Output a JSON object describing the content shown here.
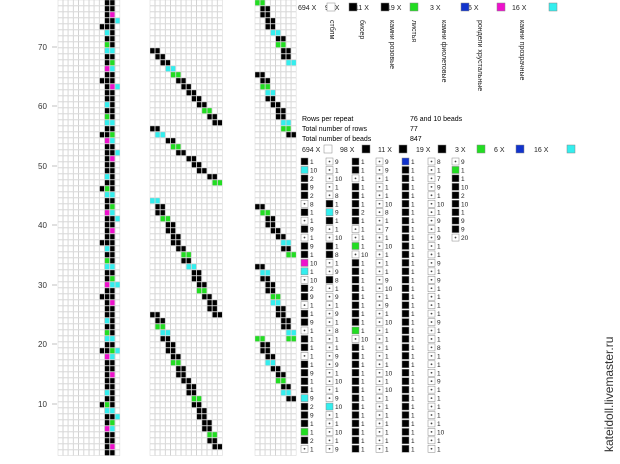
{
  "colors": {
    "white": "#ffffff",
    "black": "#000000",
    "pink": "#ee1111",
    "green": "#22dd22",
    "violet": "#1133cc",
    "magenta": "#ee11cc",
    "cyan": "#33eeee",
    "grid": "#c8c8c8",
    "border": "#bbbbbb"
  },
  "row_labels": [
    "70",
    "60",
    "50",
    "40",
    "30",
    "20",
    "10"
  ],
  "legend": {
    "counts": [
      "694 X",
      "98 X",
      "11 X",
      "19 X",
      "3 X",
      "6 X",
      "16 X"
    ],
    "names": [
      "стблм",
      "бисер",
      "камни розовые",
      "листья",
      "камни фиолетовые",
      "рондели хрустальные",
      "камни прозрачные"
    ]
  },
  "info": {
    "rows_per_repeat_label": "Rows per repeat",
    "rows_per_repeat_value": "76 and 10 beads",
    "total_rows_label": "Total number of rows",
    "total_rows_value": "77",
    "total_beads_label": "Total number of beads",
    "total_beads_value": "847"
  },
  "mini_legend": {
    "counts": [
      "694 X",
      "98 X",
      "11 X",
      "19 X",
      "3 X",
      "6 X",
      "16 X"
    ]
  },
  "bead_list": {
    "columns": [
      [
        [
          "black",
          "1"
        ],
        [
          "cyan",
          "10"
        ],
        [
          "black",
          "2"
        ],
        [
          "black",
          "9"
        ],
        [
          "black",
          "2"
        ],
        [
          "white",
          "8"
        ],
        [
          "black",
          "1"
        ],
        [
          "white",
          "1"
        ],
        [
          "black",
          "9"
        ],
        [
          "white",
          "1"
        ],
        [
          "black",
          "9"
        ],
        [
          "black",
          "1"
        ],
        [
          "magenta",
          "10"
        ],
        [
          "cyan",
          "1"
        ],
        [
          "white",
          "10"
        ],
        [
          "black",
          "2"
        ],
        [
          "black",
          "9"
        ],
        [
          "white",
          "1"
        ],
        [
          "black",
          "1"
        ],
        [
          "black",
          "9"
        ],
        [
          "white",
          "1"
        ],
        [
          "black",
          "1"
        ],
        [
          "black",
          "1"
        ],
        [
          "white",
          "1"
        ],
        [
          "black",
          "1"
        ],
        [
          "black",
          "9"
        ],
        [
          "black",
          "1"
        ],
        [
          "black",
          "1"
        ],
        [
          "cyan",
          "9"
        ],
        [
          "black",
          "2"
        ],
        [
          "black",
          "9"
        ],
        [
          "black",
          "1"
        ],
        [
          "green",
          "1"
        ],
        [
          "black",
          "2"
        ],
        [
          "white",
          "1"
        ]
      ],
      [
        [
          "white",
          "9"
        ],
        [
          "white",
          "1"
        ],
        [
          "white",
          "10"
        ],
        [
          "white",
          "1"
        ],
        [
          "white",
          "8"
        ],
        [
          "black",
          "1"
        ],
        [
          "cyan",
          "9"
        ],
        [
          "black",
          "1"
        ],
        [
          "white",
          "1"
        ],
        [
          "white",
          "10"
        ],
        [
          "black",
          "1"
        ],
        [
          "black",
          "8"
        ],
        [
          "white",
          "1"
        ],
        [
          "white",
          "9"
        ],
        [
          "black",
          "8"
        ],
        [
          "white",
          "1"
        ],
        [
          "white",
          "9"
        ],
        [
          "white",
          "1"
        ],
        [
          "white",
          "9"
        ],
        [
          "white",
          "1"
        ],
        [
          "white",
          "8"
        ],
        [
          "white",
          "1"
        ],
        [
          "white",
          "1"
        ],
        [
          "white",
          "9"
        ],
        [
          "white",
          "9"
        ],
        [
          "white",
          "1"
        ],
        [
          "white",
          "10"
        ],
        [
          "white",
          "1"
        ],
        [
          "white",
          "9"
        ],
        [
          "cyan",
          "10"
        ],
        [
          "white",
          "1"
        ],
        [
          "white",
          "1"
        ],
        [
          "white",
          "10"
        ],
        [
          "white",
          "1"
        ],
        [
          "white",
          "9"
        ]
      ]
    ],
    "col3": [
      [
        [
          "black",
          "1"
        ],
        [
          "black",
          "1"
        ],
        [
          "white",
          "1"
        ],
        [
          "red",
          "1"
        ],
        [
          "black",
          "1"
        ],
        [
          "black",
          "1"
        ],
        [
          "black",
          "2"
        ],
        [
          "black",
          "1"
        ],
        [
          "white",
          "1"
        ],
        [
          "white",
          "1"
        ],
        [
          "green",
          "1"
        ],
        [
          "white",
          "10"
        ],
        [
          "black",
          "1"
        ],
        [
          "black",
          "1"
        ],
        [
          "black",
          "1"
        ],
        [
          "black",
          "1"
        ],
        [
          "black",
          "1"
        ],
        [
          "black",
          "1"
        ],
        [
          "black",
          "1"
        ],
        [
          "black",
          "1"
        ],
        [
          "green",
          "1"
        ],
        [
          "white",
          "10"
        ],
        [
          "black",
          "1"
        ],
        [
          "black",
          "1"
        ],
        [
          "black",
          "1"
        ],
        [
          "black",
          "1"
        ],
        [
          "black",
          "1"
        ],
        [
          "black",
          "1"
        ],
        [
          "black",
          "1"
        ],
        [
          "black",
          "1"
        ],
        [
          "black",
          "1"
        ],
        [
          "black",
          "1"
        ],
        [
          "black",
          "1"
        ],
        [
          "black",
          "1"
        ],
        [
          "black",
          "1"
        ]
      ],
      [
        [
          "white",
          "9"
        ],
        [
          "white",
          "9"
        ],
        [
          "white",
          "1"
        ],
        [
          "white",
          "1"
        ],
        [
          "white",
          "1"
        ],
        [
          "white",
          "10"
        ],
        [
          "white",
          "8"
        ],
        [
          "white",
          "1"
        ],
        [
          "white",
          "7"
        ],
        [
          "white",
          "1"
        ],
        [
          "white",
          "10"
        ],
        [
          "white",
          "1"
        ],
        [
          "white",
          "1"
        ],
        [
          "white",
          "1"
        ],
        [
          "white",
          "9"
        ],
        [
          "white",
          "10"
        ],
        [
          "white",
          "1"
        ],
        [
          "white",
          "9"
        ],
        [
          "white",
          "1"
        ],
        [
          "white",
          "10"
        ],
        [
          "white",
          "1"
        ],
        [
          "white",
          "1"
        ],
        [
          "white",
          "1"
        ],
        [
          "white",
          "1"
        ],
        [
          "white",
          "1"
        ],
        [
          "white",
          "10"
        ],
        [
          "white",
          "1"
        ],
        [
          "white",
          "10"
        ],
        [
          "white",
          "1"
        ],
        [
          "white",
          "1"
        ],
        [
          "white",
          "1"
        ],
        [
          "white",
          "1"
        ],
        [
          "white",
          "1"
        ],
        [
          "white",
          "1"
        ],
        [
          "white",
          "1"
        ]
      ]
    ],
    "col4": [
      [
        [
          "violet",
          "1"
        ],
        [
          "black",
          "1"
        ],
        [
          "red",
          "1"
        ],
        [
          "black",
          "1"
        ],
        [
          "black",
          "1"
        ],
        [
          "black",
          "1"
        ],
        [
          "black",
          "1"
        ],
        [
          "black",
          "1"
        ],
        [
          "black",
          "1"
        ],
        [
          "black",
          "1"
        ],
        [
          "black",
          "1"
        ],
        [
          "black",
          "1"
        ],
        [
          "black",
          "1"
        ],
        [
          "black",
          "1"
        ],
        [
          "black",
          "1"
        ],
        [
          "black",
          "1"
        ],
        [
          "black",
          "1"
        ],
        [
          "black",
          "1"
        ],
        [
          "black",
          "1"
        ],
        [
          "black",
          "1"
        ],
        [
          "black",
          "1"
        ],
        [
          "black",
          "1"
        ],
        [
          "black",
          "1"
        ],
        [
          "black",
          "1"
        ],
        [
          "black",
          "1"
        ],
        [
          "black",
          "1"
        ],
        [
          "black",
          "1"
        ],
        [
          "black",
          "1"
        ],
        [
          "black",
          "1"
        ],
        [
          "black",
          "1"
        ],
        [
          "black",
          "1"
        ],
        [
          "black",
          "1"
        ],
        [
          "black",
          "1"
        ],
        [
          "black",
          "1"
        ],
        [
          "black",
          "1"
        ]
      ],
      [
        [
          "white",
          "8"
        ],
        [
          "white",
          "1"
        ],
        [
          "white",
          "7"
        ],
        [
          "white",
          "9"
        ],
        [
          "white",
          "1"
        ],
        [
          "white",
          "10"
        ],
        [
          "white",
          "1"
        ],
        [
          "white",
          "9"
        ],
        [
          "white",
          "1"
        ],
        [
          "white",
          "9"
        ],
        [
          "white",
          "1"
        ],
        [
          "white",
          "1"
        ],
        [
          "white",
          "9"
        ],
        [
          "white",
          "1"
        ],
        [
          "white",
          "9"
        ],
        [
          "white",
          "1"
        ],
        [
          "white",
          "1"
        ],
        [
          "white",
          "1"
        ],
        [
          "white",
          "1"
        ],
        [
          "white",
          "9"
        ],
        [
          "white",
          "1"
        ],
        [
          "white",
          "1"
        ],
        [
          "white",
          "8"
        ],
        [
          "white",
          "1"
        ],
        [
          "white",
          "1"
        ],
        [
          "white",
          "1"
        ],
        [
          "white",
          "9"
        ],
        [
          "white",
          "1"
        ],
        [
          "white",
          "1"
        ],
        [
          "white",
          "1"
        ],
        [
          "white",
          "1"
        ],
        [
          "white",
          "1"
        ],
        [
          "white",
          "10"
        ],
        [
          "white",
          "1"
        ],
        [
          "white",
          "1"
        ]
      ]
    ],
    "col5": [
      [
        [
          "white",
          "9"
        ],
        [
          "green",
          "1"
        ],
        [
          "black",
          "1"
        ],
        [
          "black",
          "10"
        ],
        [
          "black",
          "2"
        ],
        [
          "black",
          "10"
        ],
        [
          "black",
          "1"
        ],
        [
          "black",
          "9"
        ],
        [
          "black",
          "9"
        ],
        [
          "white",
          "20"
        ]
      ]
    ]
  },
  "watermark": "kateidoll.livemaster.ru"
}
